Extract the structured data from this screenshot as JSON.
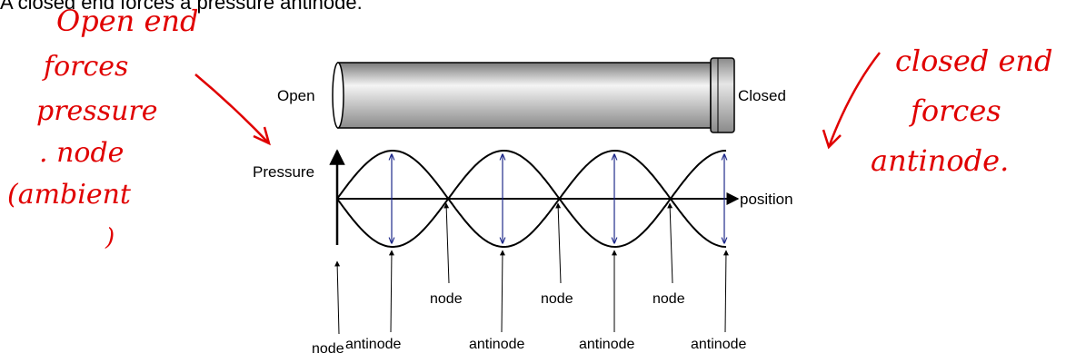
{
  "heading": "A closed end forces a pressure antinode.",
  "tube": {
    "open_label": "Open",
    "closed_label": "Closed"
  },
  "axes": {
    "y_label": "Pressure",
    "x_label": "position"
  },
  "markers": [
    {
      "label": "node"
    },
    {
      "label": "antinode"
    },
    {
      "label": "node"
    },
    {
      "label": "antinode"
    },
    {
      "label": "node"
    },
    {
      "label": "antinode"
    },
    {
      "label": "node"
    },
    {
      "label": "antinode"
    }
  ],
  "annotations": {
    "left_lines": [
      "Open end",
      "forces",
      "pressure",
      ". node",
      "(ambient",
      ")"
    ],
    "right_lines": [
      "closed end",
      "forces",
      "antinode."
    ]
  },
  "colors": {
    "ink": "#000000",
    "handwriting": "#e00000",
    "amplitude_arrows": "#1f2a8a",
    "tube_body": "#bdbdbd"
  }
}
